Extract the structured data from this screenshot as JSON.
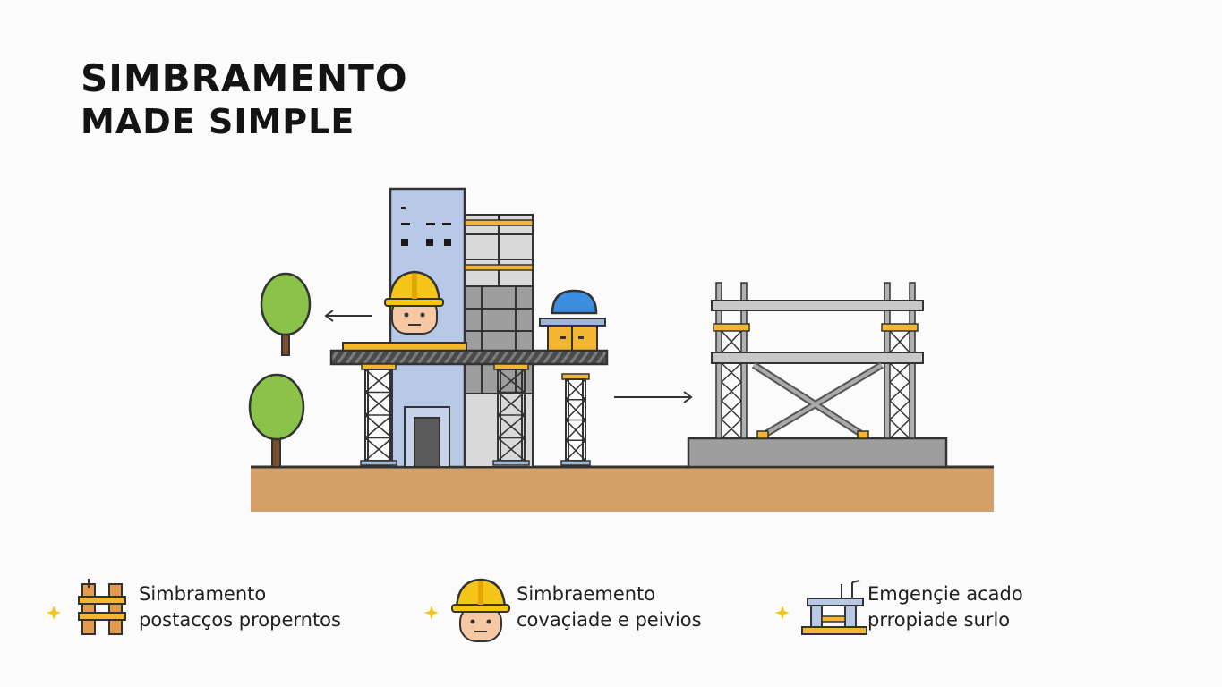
{
  "title": {
    "line1": "SIMBRAMENTO",
    "line2": "MADE SIMPLE"
  },
  "illustration": {
    "icons": [
      "tree-icon",
      "building-icon",
      "worker-helmet-icon",
      "shoring-tower-icon",
      "water-tank-icon",
      "scaffold-frame-icon",
      "arrow-left-icon",
      "arrow-right-icon"
    ],
    "colors": {
      "ground": "#d4a06a",
      "building": "#b7c9e6",
      "helmet": "#f5c518",
      "tree": "#8bc34a",
      "steel": "#8a8f96",
      "accent": "#f2b632"
    }
  },
  "features": [
    {
      "icon": "prop-frame-icon",
      "line1": "Simbramento",
      "line2": "postacços propernt​os"
    },
    {
      "icon": "worker-helmet-icon",
      "line1": "Simbraemento",
      "line2": "covaçiade e peivios"
    },
    {
      "icon": "shoring-platform-icon",
      "line1": "Emgençie acado",
      "line2": "prropiade surlo"
    }
  ]
}
